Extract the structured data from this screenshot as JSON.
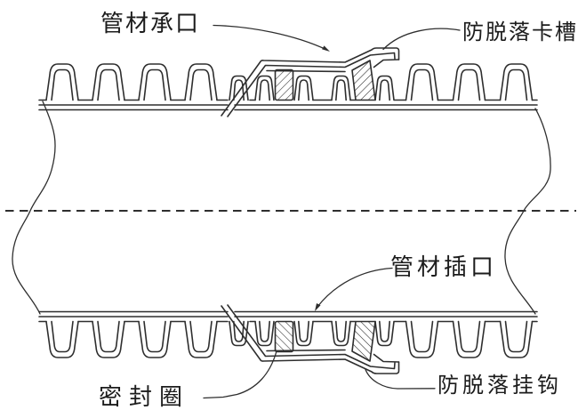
{
  "diagram": {
    "background_color": "#ffffff",
    "line_color": "#2e2e2e",
    "labels": {
      "socket": "管材承口",
      "retention_slot": "防脱落卡槽",
      "spigot": "管材插口",
      "seal_ring": "密封圈",
      "retention_hook": "防脱落挂钩"
    }
  }
}
